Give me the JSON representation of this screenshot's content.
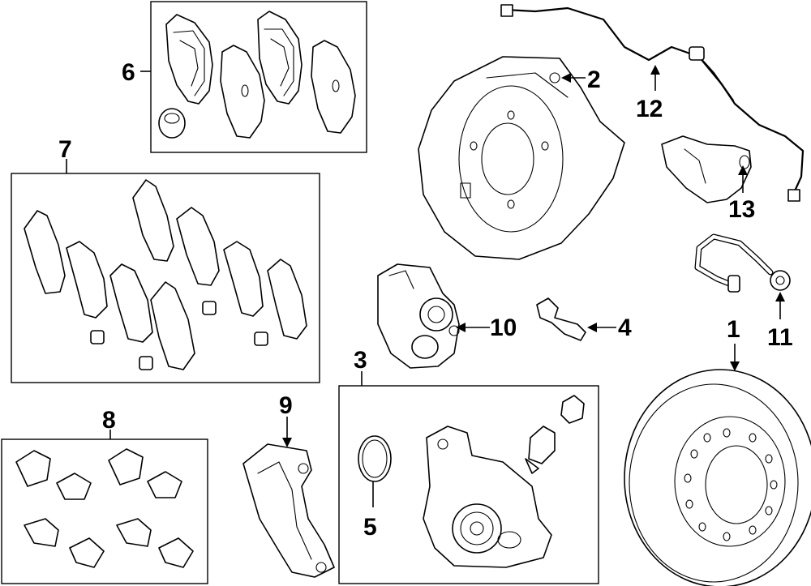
{
  "callouts": {
    "c1": "1",
    "c2": "2",
    "c3": "3",
    "c4": "4",
    "c5": "5",
    "c6": "6",
    "c7": "7",
    "c8": "8",
    "c9": "9",
    "c10": "10",
    "c11": "11",
    "c12": "12",
    "c13": "13"
  },
  "parts": [
    {
      "callout": "1",
      "part": "brake-rotor"
    },
    {
      "callout": "2",
      "part": "dust-shield"
    },
    {
      "callout": "3",
      "part": "caliper-assembly"
    },
    {
      "callout": "4",
      "part": "guide-pin"
    },
    {
      "callout": "5",
      "part": "piston-seal"
    },
    {
      "callout": "6",
      "part": "brake-pads"
    },
    {
      "callout": "7",
      "part": "shim-kit"
    },
    {
      "callout": "8",
      "part": "hardware-kit"
    },
    {
      "callout": "9",
      "part": "caliper-support"
    },
    {
      "callout": "10",
      "part": "parking-brake-actuator"
    },
    {
      "callout": "11",
      "part": "brake-hose"
    },
    {
      "callout": "12",
      "part": "wire-harness"
    },
    {
      "callout": "13",
      "part": "abs-sensor"
    }
  ]
}
